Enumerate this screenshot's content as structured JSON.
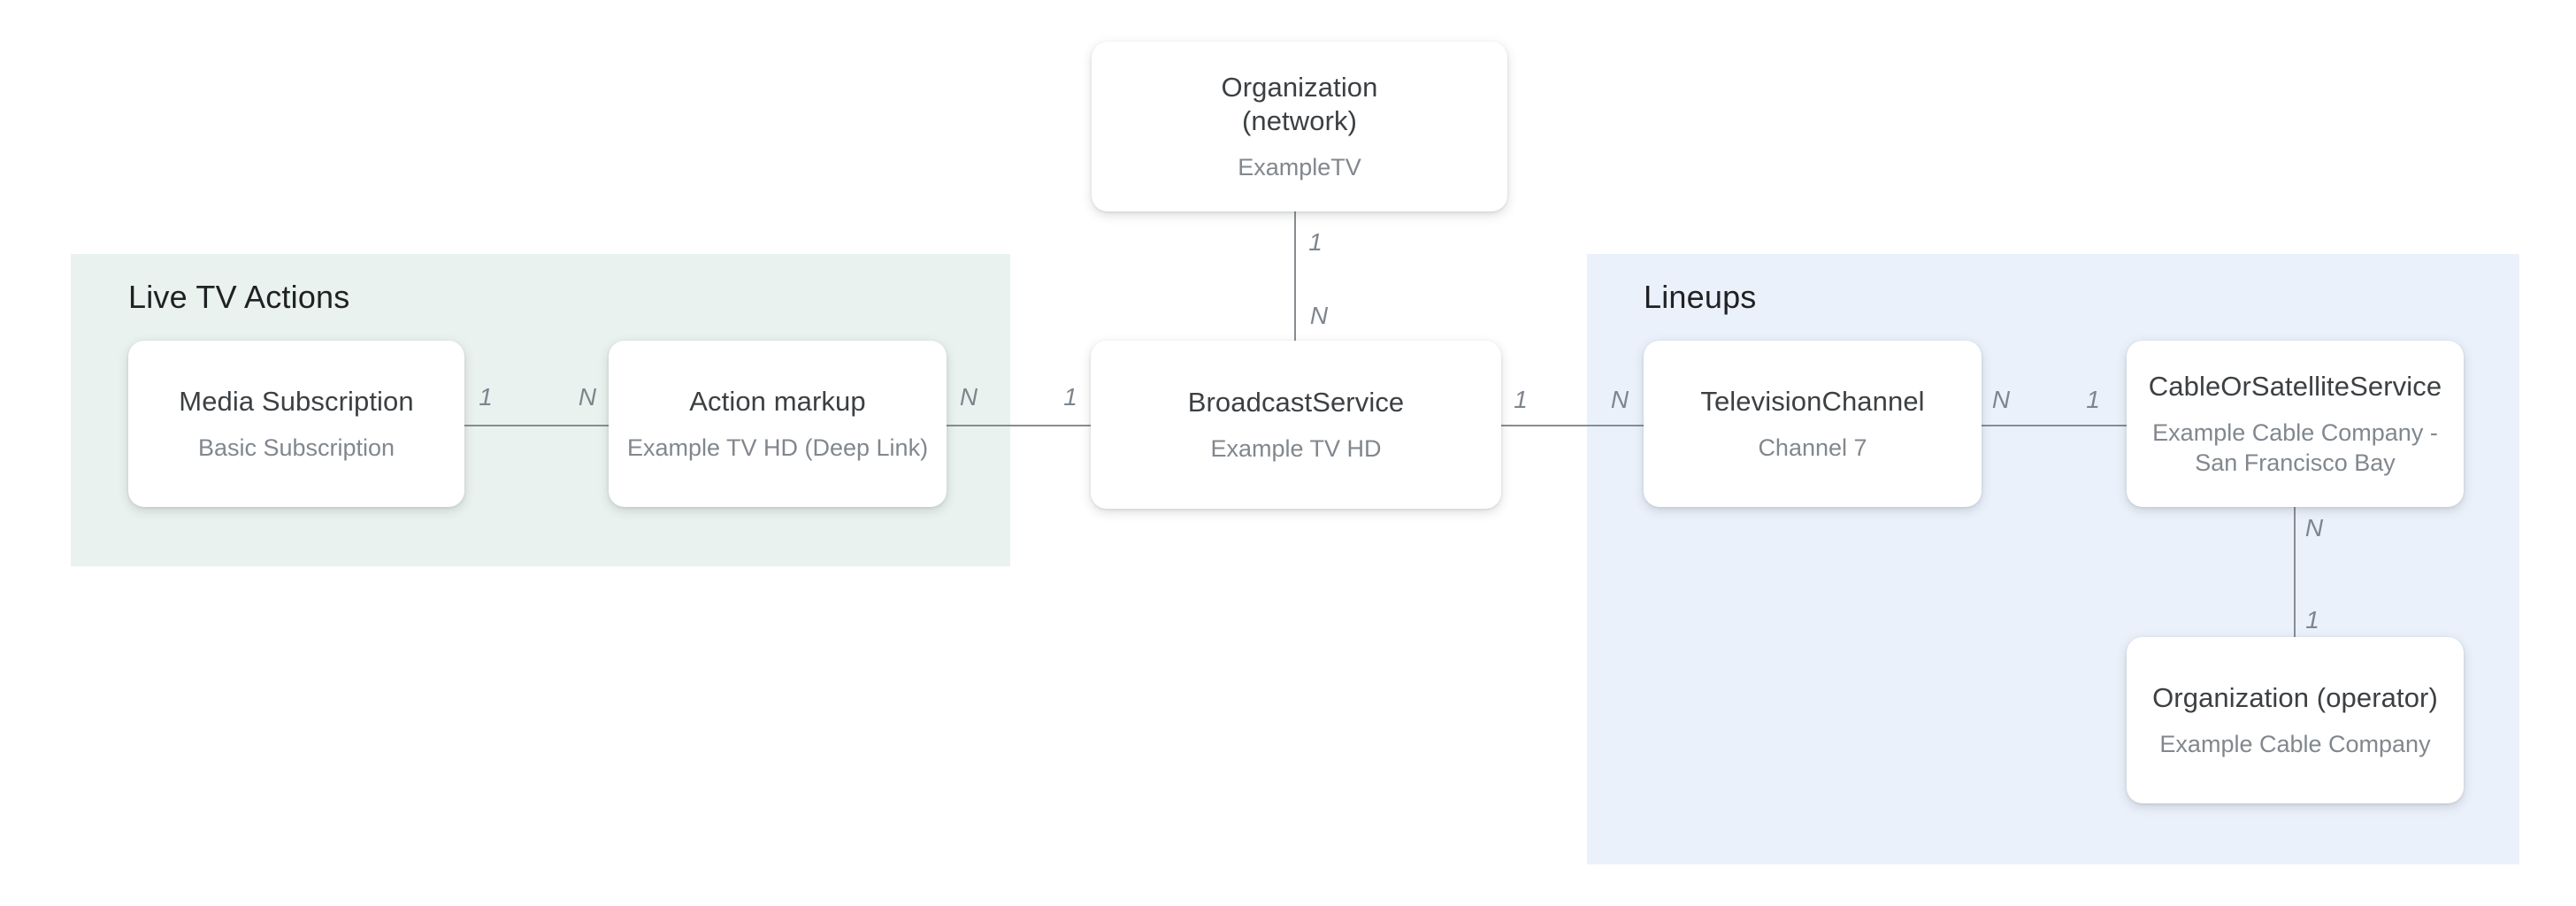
{
  "regions": {
    "live_tv_actions": {
      "label": "Live TV Actions",
      "background": "#E9F2EE"
    },
    "lineups": {
      "label": "Lineups",
      "background": "#EAF1FB"
    }
  },
  "nodes": {
    "organization_network": {
      "title": "Organization\n(network)",
      "subtitle": "ExampleTV"
    },
    "media_subscription": {
      "title": "Media Subscription",
      "subtitle": "Basic Subscription"
    },
    "action_markup": {
      "title": "Action markup",
      "subtitle": "Example TV HD (Deep Link)"
    },
    "broadcast_service": {
      "title": "BroadcastService",
      "subtitle": "Example TV HD"
    },
    "television_channel": {
      "title": "TelevisionChannel",
      "subtitle": "Channel 7"
    },
    "cable_or_satellite_service": {
      "title": "CableOrSatelliteService",
      "subtitle": "Example Cable Company -\nSan Francisco Bay"
    },
    "organization_operator": {
      "title": "Organization (operator)",
      "subtitle": "Example Cable Company"
    }
  },
  "connectors": {
    "organization_to_broadcast": {
      "top_label": "1",
      "bottom_label": "N"
    },
    "media_to_action": {
      "left_label": "1",
      "right_label": "N"
    },
    "action_to_broadcast": {
      "left_label": "N",
      "right_label": "1"
    },
    "broadcast_to_television": {
      "left_label": "1",
      "right_label": "N"
    },
    "television_to_cable": {
      "left_label": "N",
      "right_label": "1"
    },
    "cable_to_operator": {
      "top_label": "N",
      "bottom_label": "1"
    }
  },
  "colors": {
    "node_title": "#3C4043",
    "node_subtitle": "#81878D",
    "section_label": "#202124",
    "connector_line": "#878D93",
    "cardinality_label": "#7E858C",
    "live_tv_region_background": "#E9F2EE",
    "lineups_region_background": "#EAF1FB",
    "node_background": "#FFFFFF",
    "page_background": "#FFFFFF"
  }
}
